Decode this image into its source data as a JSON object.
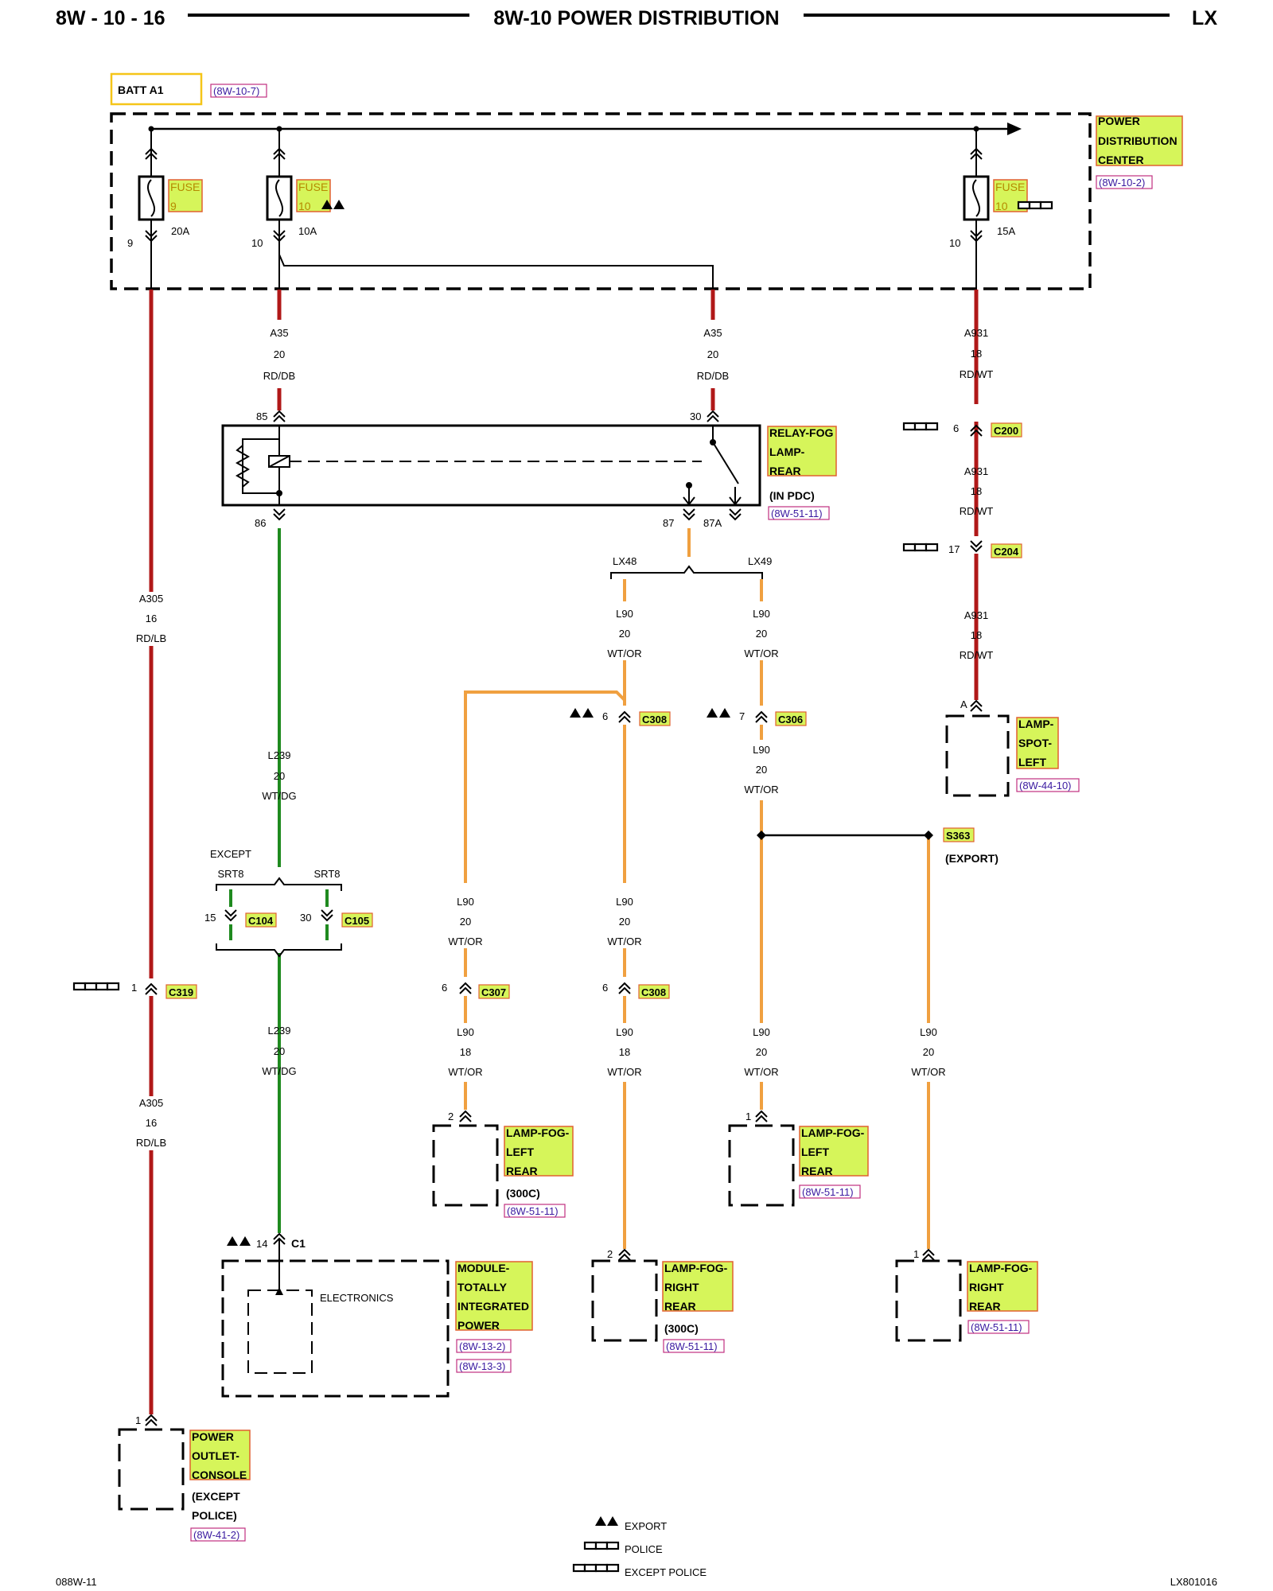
{
  "header": {
    "page_code": "8W - 10 - 16",
    "title": "8W-10 POWER DISTRIBUTION",
    "model": "LX"
  },
  "footer": {
    "left_code": "088W-11",
    "right_code": "LX801016"
  },
  "battery": {
    "label": "BATT A1",
    "ref": "(8W-10-7)"
  },
  "pdc": {
    "line1": "POWER",
    "line2": "DISTRIBUTION",
    "line3": "CENTER",
    "ref": "(8W-10-2)"
  },
  "fuses": [
    {
      "word": "FUSE",
      "num": "9",
      "amps": "20A",
      "pin": "9"
    },
    {
      "word": "FUSE",
      "num": "10",
      "amps": "10A",
      "pin": "10"
    },
    {
      "word": "FUSE",
      "num": "10",
      "amps": "15A",
      "pin": "10"
    }
  ],
  "relay": {
    "line1": "RELAY-FOG",
    "line2": "LAMP-",
    "line3": "REAR",
    "note": "(IN PDC)",
    "ref": "(8W-51-11)",
    "pin85": "85",
    "pin86": "86",
    "pin30": "30",
    "pin87": "87",
    "pin87a": "87A"
  },
  "wires": {
    "a35_left": {
      "circuit": "A35",
      "gauge": "20",
      "color": "RD/DB"
    },
    "a35_right": {
      "circuit": "A35",
      "gauge": "20",
      "color": "RD/DB"
    },
    "a931_1": {
      "circuit": "A931",
      "gauge": "18",
      "color": "RD/WT"
    },
    "a931_2": {
      "circuit": "A931",
      "gauge": "18",
      "color": "RD/WT"
    },
    "a931_3": {
      "circuit": "A931",
      "gauge": "18",
      "color": "RD/WT"
    },
    "a305_1": {
      "circuit": "A305",
      "gauge": "16",
      "color": "RD/LB"
    },
    "a305_2": {
      "circuit": "A305",
      "gauge": "16",
      "color": "RD/LB"
    },
    "l239_1": {
      "circuit": "L239",
      "gauge": "20",
      "color": "WT/DG"
    },
    "l239_2": {
      "circuit": "L239",
      "gauge": "20",
      "color": "WT/DG"
    },
    "l90_a": {
      "circuit": "L90",
      "gauge": "20",
      "color": "WT/OR"
    },
    "l90_b": {
      "circuit": "L90",
      "gauge": "20",
      "color": "WT/OR"
    },
    "l90_c": {
      "circuit": "L90",
      "gauge": "20",
      "color": "WT/OR"
    },
    "l90_d": {
      "circuit": "L90",
      "gauge": "20",
      "color": "WT/OR"
    },
    "l90_e": {
      "circuit": "L90",
      "gauge": "20",
      "color": "WT/OR"
    },
    "l90_f": {
      "circuit": "L90",
      "gauge": "18",
      "color": "WT/OR"
    },
    "l90_g": {
      "circuit": "L90",
      "gauge": "18",
      "color": "WT/OR"
    },
    "l90_h": {
      "circuit": "L90",
      "gauge": "20",
      "color": "WT/OR"
    },
    "l90_i": {
      "circuit": "L90",
      "gauge": "20",
      "color": "WT/OR"
    }
  },
  "connectors": {
    "c200": {
      "name": "C200",
      "pin": "6"
    },
    "c204": {
      "name": "C204",
      "pin": "17"
    },
    "c308_top": {
      "name": "C308",
      "pin": "6"
    },
    "c306": {
      "name": "C306",
      "pin": "7"
    },
    "c104": {
      "name": "C104",
      "pin": "15"
    },
    "c105": {
      "name": "C105",
      "pin": "30"
    },
    "c319": {
      "name": "C319",
      "pin": "1"
    },
    "c307": {
      "name": "C307",
      "pin": "6"
    },
    "c308_bot": {
      "name": "C308",
      "pin": "6"
    },
    "c1": {
      "name": "C1",
      "pin": "14"
    }
  },
  "options": {
    "lx48": "LX48",
    "lx49": "LX49",
    "except": "EXCEPT",
    "srt8_left": "SRT8",
    "srt8_right": "SRT8"
  },
  "splice": {
    "name": "S363",
    "note": "(EXPORT)"
  },
  "components": {
    "spot_left": {
      "lines": [
        "LAMP-",
        "SPOT-",
        "LEFT"
      ],
      "ref": "(8W-44-10)",
      "pin": "A"
    },
    "fog_left_300c": {
      "lines": [
        "LAMP-FOG-",
        "LEFT",
        "REAR"
      ],
      "note": "(300C)",
      "ref": "(8W-51-11)",
      "pin": "2"
    },
    "fog_left": {
      "lines": [
        "LAMP-FOG-",
        "LEFT",
        "REAR"
      ],
      "ref": "(8W-51-11)",
      "pin": "1"
    },
    "tipm": {
      "lines": [
        "MODULE-",
        "TOTALLY",
        "INTEGRATED",
        "POWER"
      ],
      "ref1": "(8W-13-2)",
      "ref2": "(8W-13-3)",
      "inner": "ELECTRONICS"
    },
    "fog_right_300c": {
      "lines": [
        "LAMP-FOG-",
        "RIGHT",
        "REAR"
      ],
      "note": "(300C)",
      "ref": "(8W-51-11)",
      "pin": "2"
    },
    "fog_right": {
      "lines": [
        "LAMP-FOG-",
        "RIGHT",
        "REAR"
      ],
      "ref": "(8W-51-11)",
      "pin": "1"
    },
    "power_outlet": {
      "lines": [
        "POWER",
        "OUTLET-",
        "CONSOLE"
      ],
      "note1": "(EXCEPT",
      "note2": "POLICE)",
      "ref": "(8W-41-2)",
      "pin": "1"
    }
  },
  "legend": {
    "export": "EXPORT",
    "police": "POLICE",
    "except_police": "EXCEPT POLICE"
  },
  "colors": {
    "red_wire": "#b01818",
    "green_wire": "#1f8a1f",
    "orange_wire": "#f0a040",
    "label_fill": "#d6f55a",
    "label_border": "#e06030",
    "ref_color": "#3a1aa0"
  }
}
